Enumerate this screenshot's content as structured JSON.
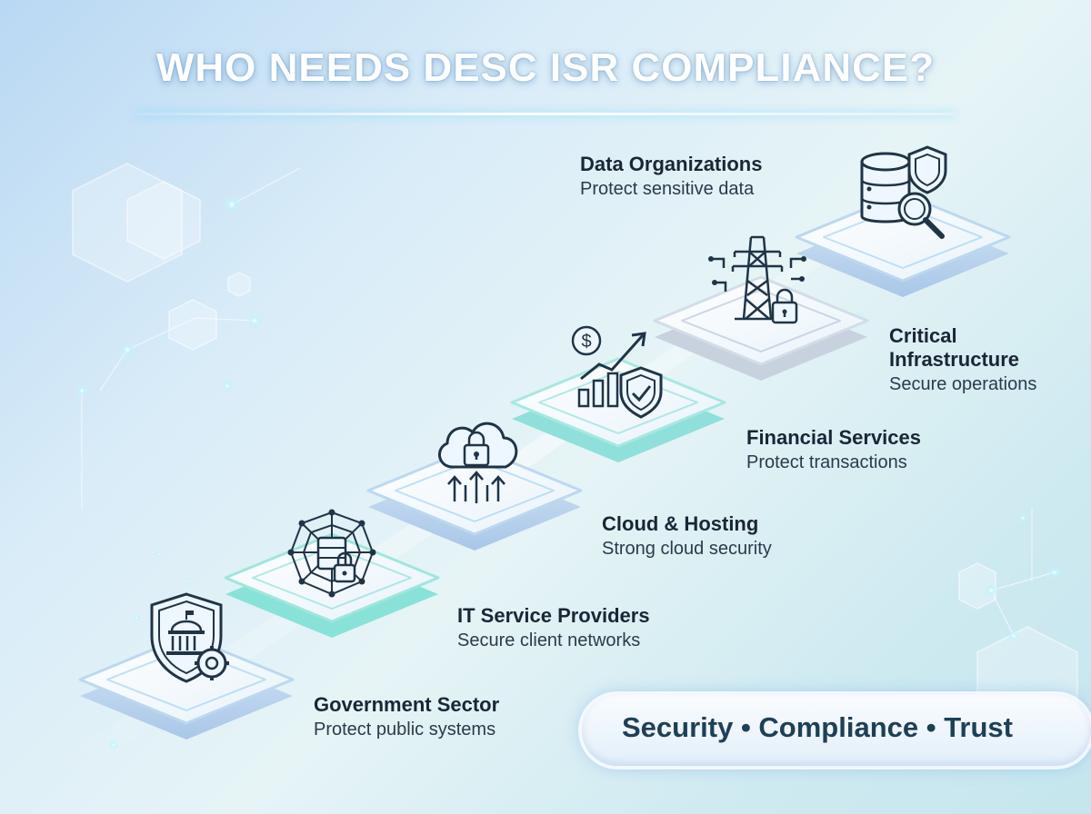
{
  "title": "WHO NEEDS DESC ISR COMPLIANCE?",
  "steps": [
    {
      "name": "Government Sector",
      "desc": "Protect public systems",
      "icon": "government-shield-gear-icon"
    },
    {
      "name": "IT Service Providers",
      "desc": "Secure client networks",
      "icon": "network-server-lock-icon"
    },
    {
      "name": "Cloud & Hosting",
      "desc": "Strong cloud security",
      "icon": "cloud-lock-icon"
    },
    {
      "name": "Financial Services",
      "desc": "Protect transactions",
      "icon": "finance-chart-shield-icon"
    },
    {
      "name": "Critical Infrastructure",
      "name_line1": "Critical",
      "name_line2": "Infrastructure",
      "desc": "Secure operations",
      "icon": "power-tower-lock-icon"
    },
    {
      "name": "Data Organizations",
      "desc": "Protect sensitive data",
      "icon": "database-shield-search-icon"
    }
  ],
  "tagline": "Security • Compliance • Trust",
  "colors": {
    "accent": "#4fd6e0",
    "title": "#ffffff",
    "text_dark": "#1a2636",
    "tagline": "#1e4057"
  }
}
